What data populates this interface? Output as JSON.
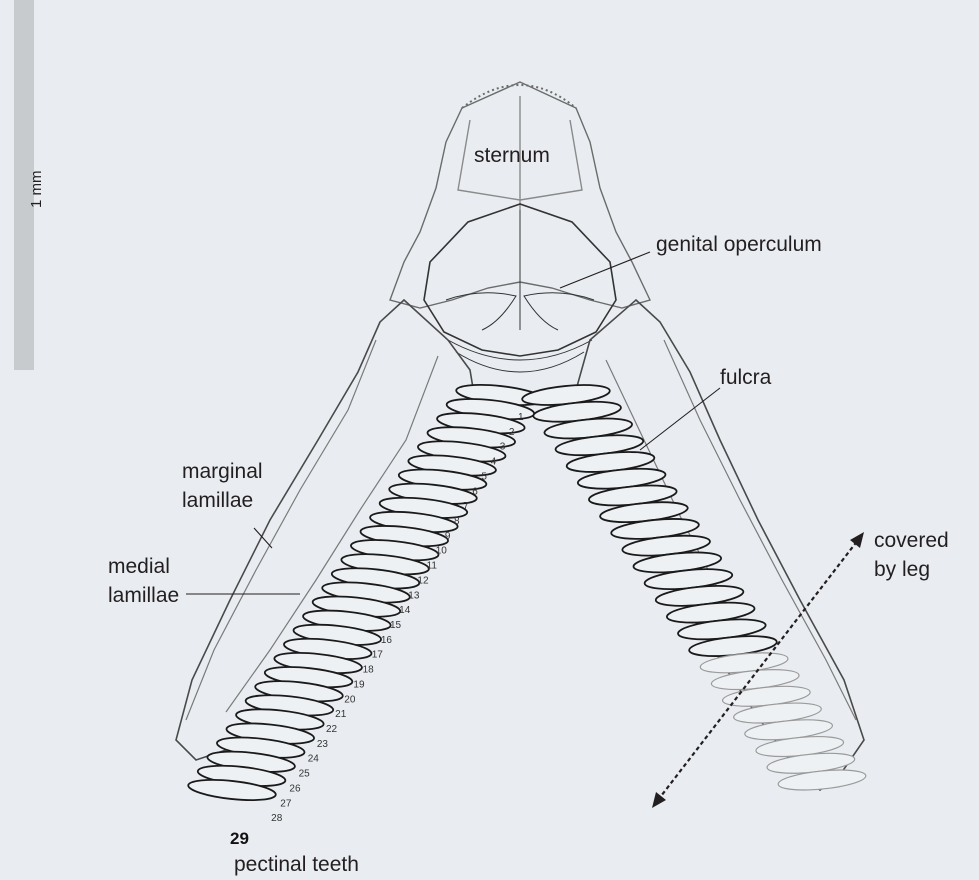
{
  "scale_bar": {
    "label": "1 mm"
  },
  "labels": {
    "sternum": "sternum",
    "genital_operculum": "genital operculum",
    "fulcra": "fulcra",
    "marginal_lamillae_1": "marginal",
    "marginal_lamillae_2": "lamillae",
    "medial_lamillae_1": "medial",
    "medial_lamillae_2": "lamillae",
    "covered_by_leg_1": "covered",
    "covered_by_leg_2": "by leg",
    "pectinal_teeth": "pectinal teeth"
  },
  "tooth_numbers": [
    "1",
    "2",
    "3",
    "4",
    "5",
    "6",
    "7",
    "8",
    "9",
    "10",
    "11",
    "12",
    "13",
    "14",
    "15",
    "16",
    "17",
    "18",
    "19",
    "20",
    "21",
    "22",
    "23",
    "24",
    "25",
    "26",
    "27",
    "28",
    "29"
  ],
  "colors": {
    "background": "#e9edf1",
    "scale_bar": "#c8cbce",
    "outline": "#4a4a4a",
    "tooth_stroke": "#1a1a1a",
    "tooth_faded": "#9a9a9a"
  }
}
